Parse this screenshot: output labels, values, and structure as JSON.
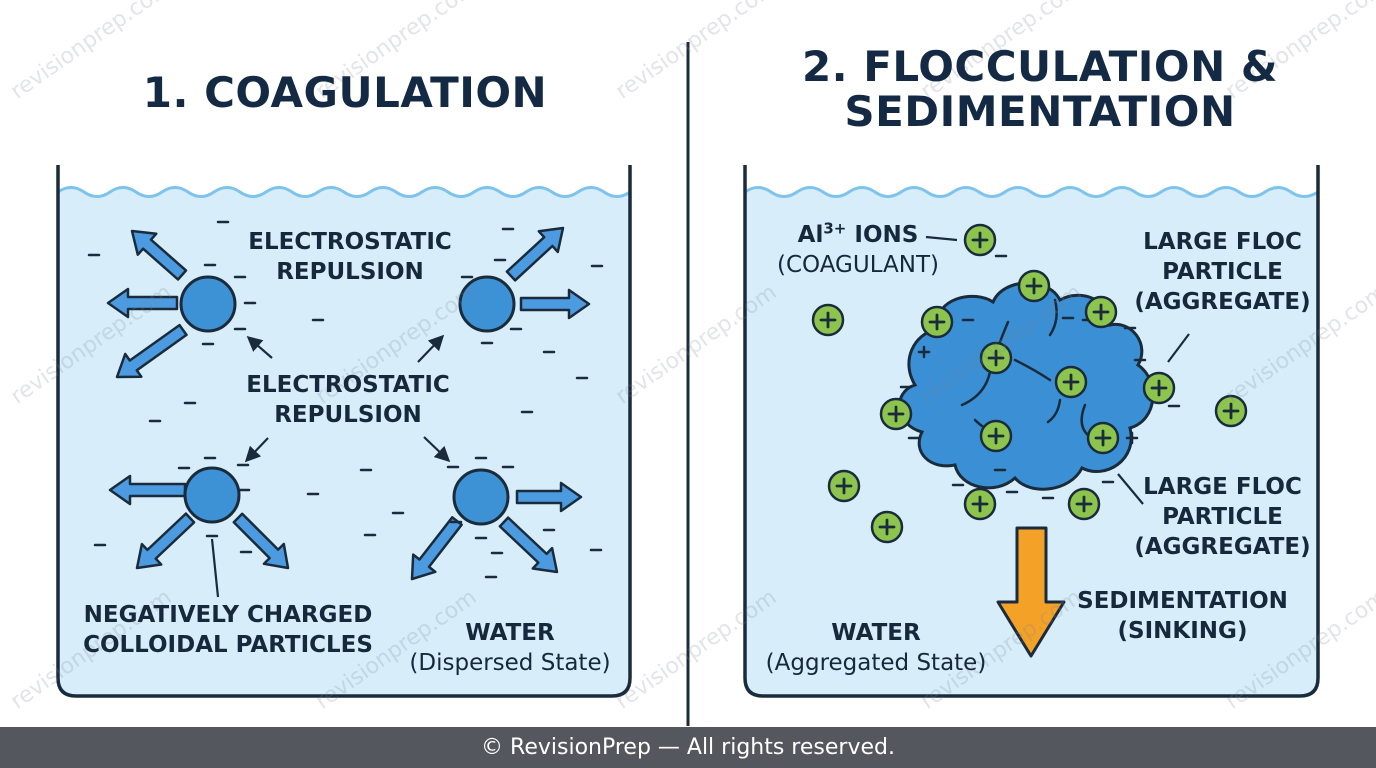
{
  "panels": {
    "coagulation": {
      "title": "1. COAGULATION",
      "labels": {
        "repulsion_top": [
          "ELECTROSTATIC",
          "REPULSION"
        ],
        "repulsion_mid": [
          "ELECTROSTATIC",
          "REPULSION"
        ],
        "particles": [
          "NEGATIVELY CHARGED",
          "COLLOIDAL PARTICLES"
        ],
        "water": [
          "WATER",
          "(Dispersed State)"
        ]
      }
    },
    "flocculation": {
      "title_lines": [
        "2. FLOCCULATION &",
        "SEDIMENTATION"
      ],
      "labels": {
        "ions_pre": "Al",
        "ions_sup": "3+",
        "ions_post": " IONS",
        "ions_line2": "(COAGULANT)",
        "floc_top": [
          "LARGE FLOC",
          "PARTICLE",
          "(AGGREGATE)"
        ],
        "floc_bottom": [
          "LARGE FLOC",
          "PARTICLE",
          "(AGGREGATE)"
        ],
        "sedimentation": [
          "SEDIMENTATION",
          "(SINKING)"
        ],
        "water": [
          "WATER",
          "(Aggregated State)"
        ]
      }
    }
  },
  "symbols": {
    "negative": "−",
    "positive": "+"
  },
  "watermark": "revisionprep.com",
  "footer": "© RevisionPrep — All rights reserved.",
  "colors": {
    "water": "#d7edfa",
    "particle": "#3d92d6",
    "arrow": "#4c9be0",
    "cation": "#8dc44e",
    "sediment_arrow": "#f4a128",
    "outline": "#1a2b3c"
  }
}
